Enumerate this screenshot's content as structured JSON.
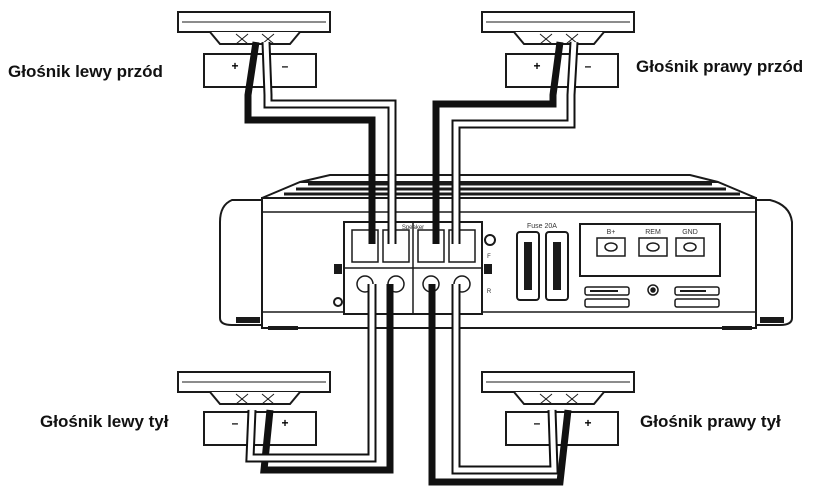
{
  "labels": {
    "front_left": "Głośnik lewy przód",
    "front_right": "Głośnik prawy przód",
    "rear_left": "Głośnik lewy tył",
    "rear_right": "Głośnik prawy tył"
  },
  "amplifier": {
    "speaker_header": "Speaker",
    "fuse_label": "Fuse 20A",
    "power_terminals": [
      "B+",
      "REM",
      "GND"
    ],
    "side_marks": [
      "F",
      "R"
    ]
  },
  "polarity": {
    "plus": "+",
    "minus": "–"
  },
  "colors": {
    "wire_black": "#111111",
    "wire_white": "#ffffff",
    "outline": "#1a1a1a",
    "body": "#ffffff"
  }
}
